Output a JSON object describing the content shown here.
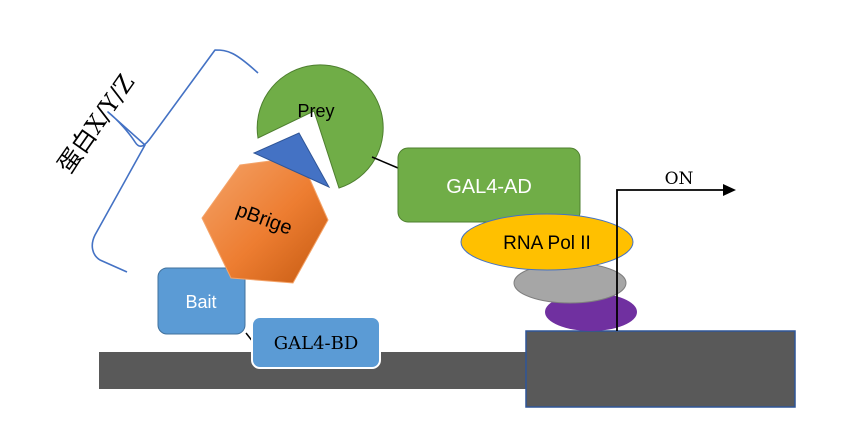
{
  "labels": {
    "prey": "Prey",
    "bait": "Bait",
    "bridge": "pBrige",
    "gal4_ad": "GAL4-AD",
    "gal4_bd": "GAL4-BD",
    "rna_pol": "RNA Pol II",
    "on": "ON",
    "proteins": "蛋白X/Y/Z"
  },
  "colors": {
    "dna": "#595959",
    "dna_stroke": "#2f5597",
    "prey": "#70ad47",
    "prey_stroke": "#4e7f2f",
    "gal4_ad": "#70ad47",
    "bait": "#5b9bd5",
    "gal4_bd": "#5b9bd5",
    "bridge": "#ed7d31",
    "rna_pol": "#ffc000",
    "gray_subunit": "#a6a6a6",
    "purple_subunit": "#7030a0",
    "brace": "#4472c4",
    "linker": "#4472c4"
  }
}
